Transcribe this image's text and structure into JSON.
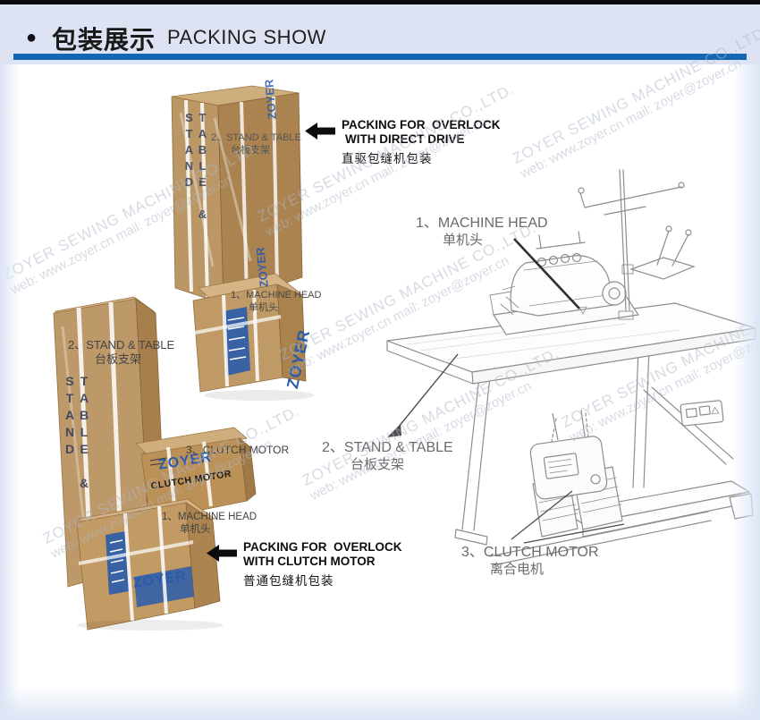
{
  "page": {
    "header": {
      "bullet": "●",
      "title_zh": "包装展示",
      "title_en": "PACKING SHOW"
    },
    "watermark": {
      "line1": "ZOYER SEWING MACHINE CO.,LTD.",
      "line2": "web: www.zoyer.cn   mail: zoyer@zoyer.cn"
    },
    "callouts": {
      "direct_drive": {
        "line1": "PACKING FOR  OVERLOCK",
        "line2": "WITH DIRECT DRIVE",
        "line3": "直驱包缝机包装"
      },
      "clutch_motor": {
        "line1": "PACKING FOR  OVERLOCK",
        "line2": "WITH CLUTCH MOTOR",
        "line3": "普通包缝机包装"
      }
    },
    "parts": {
      "machine_head": {
        "no": "1、",
        "en": "MACHINE HEAD",
        "zh": "单机头"
      },
      "stand_table": {
        "no": "2、",
        "en": "STAND & TABLE",
        "zh": "台板支架"
      },
      "clutch_motor": {
        "no": "3、",
        "en": "CLUTCH MOTOR",
        "zh": "离合电机"
      }
    },
    "box_prints": {
      "brand": "ZOYER",
      "tall_box": "TABLE & STAND",
      "motor_box": "CLUTCH MOTOR"
    },
    "colors": {
      "accent_bar": "#1366b2",
      "header_bg": "#dde3f2",
      "carton": "#bb9766",
      "print_blue": "#2a5cab"
    }
  }
}
